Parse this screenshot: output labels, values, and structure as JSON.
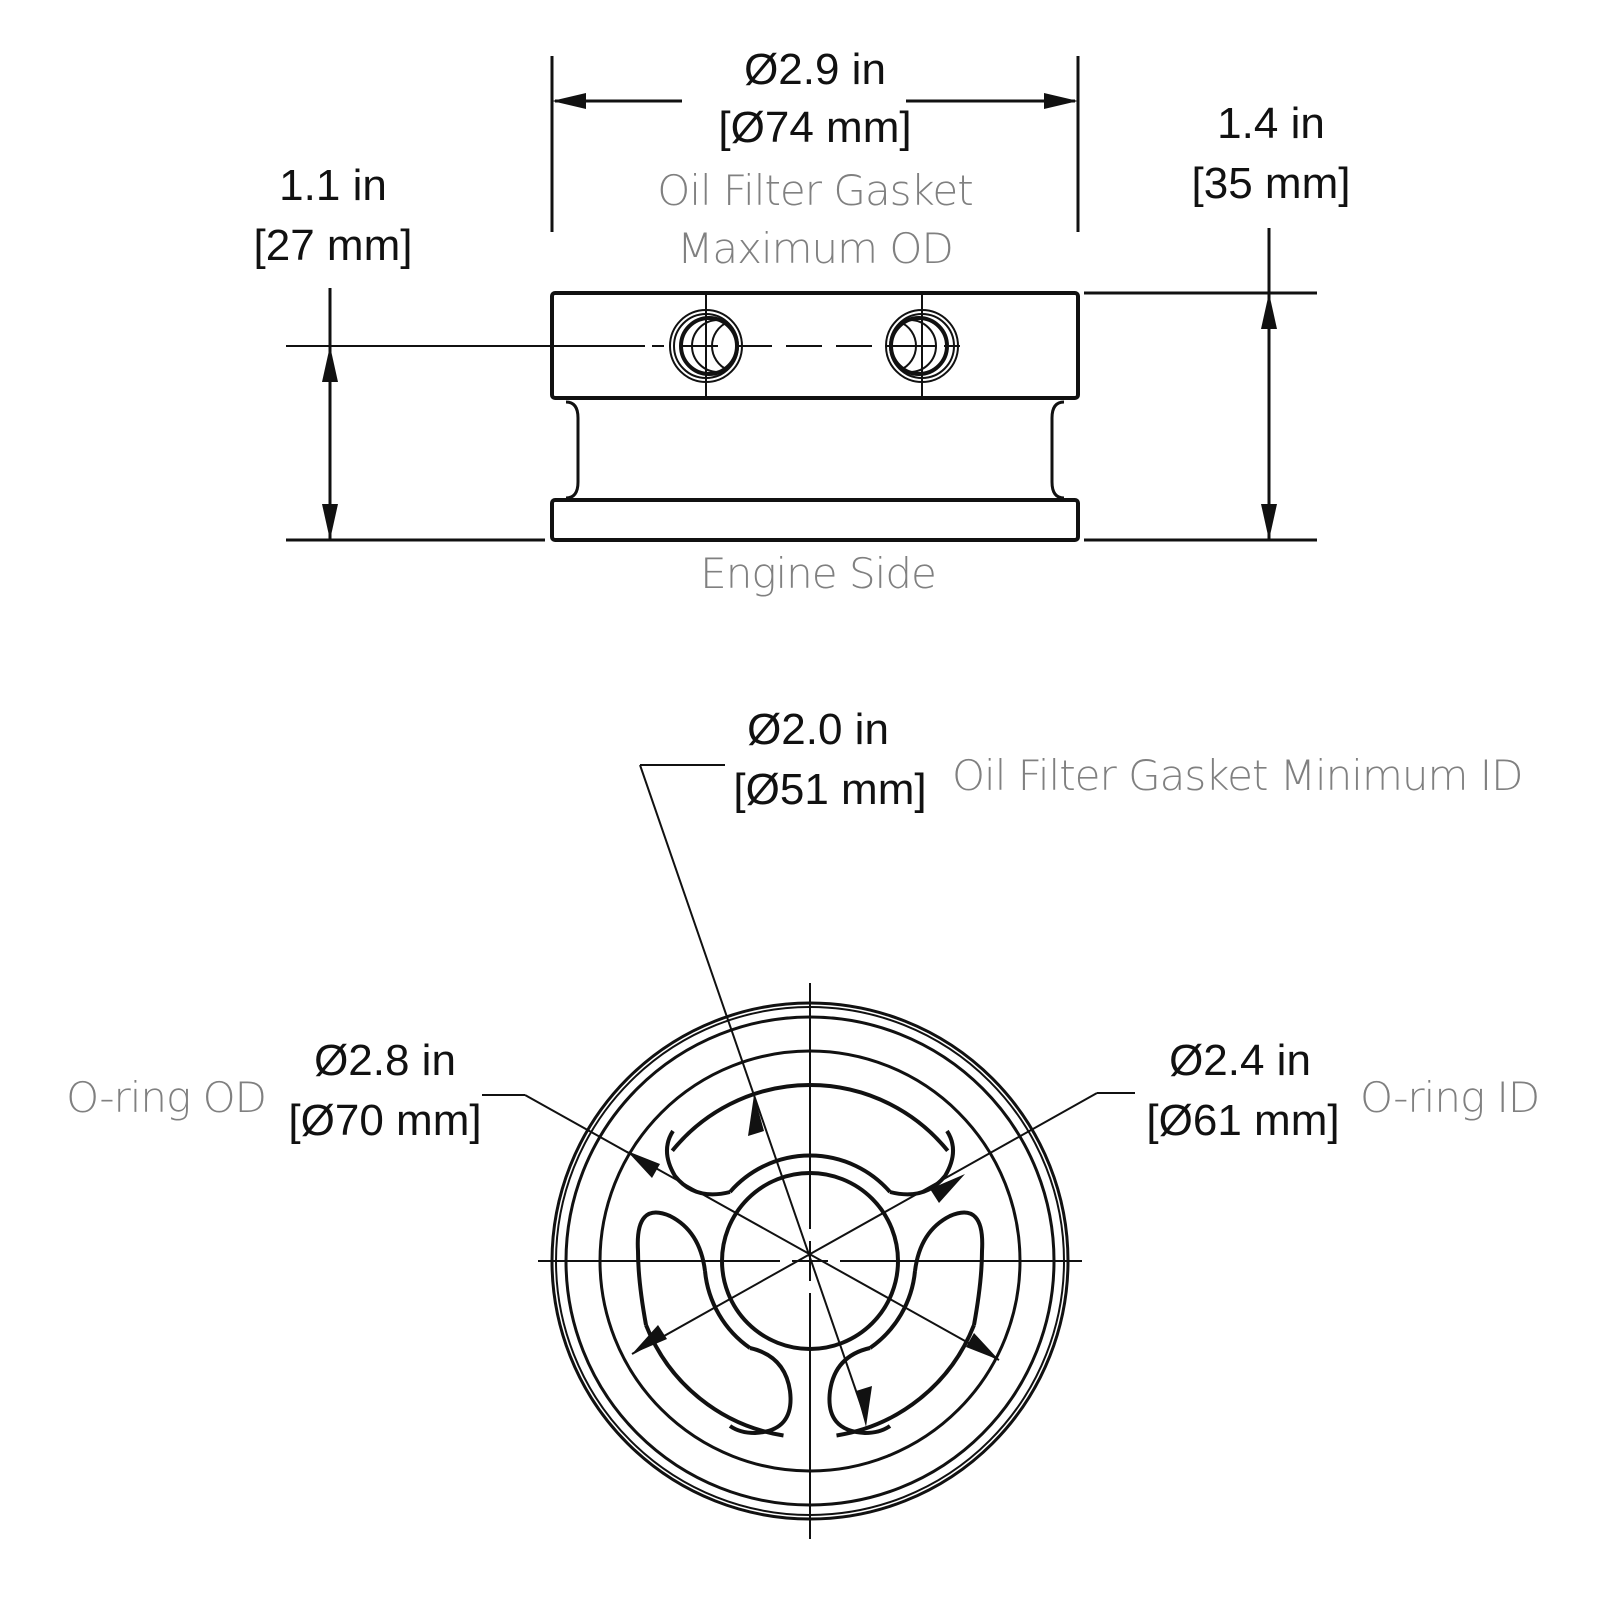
{
  "drawing": {
    "title": "Oil filter adapter dimensional drawing",
    "side_view": {
      "width_dim": {
        "line1": "Ø2.9 in",
        "line2": "[Ø74 mm]"
      },
      "width_note": {
        "line1": "Oil Filter Gasket",
        "line2": "Maximum OD"
      },
      "port_height_dim": {
        "line1": "1.1 in",
        "line2": "[27 mm]"
      },
      "overall_height_dim": {
        "line1": "1.4 in",
        "line2": "[35 mm]"
      },
      "bottom_note": "Engine Side"
    },
    "end_view": {
      "gasket_id_dim": {
        "line1": "Ø2.0 in",
        "line2": "[Ø51 mm]"
      },
      "gasket_id_note": "Oil Filter Gasket Minimum ID",
      "oring_od_dim": {
        "line1": "Ø2.8 in",
        "line2": "[Ø70 mm]"
      },
      "oring_od_note": "O-ring OD",
      "oring_id_dim": {
        "line1": "Ø2.4 in",
        "line2": "[Ø61 mm]"
      },
      "oring_id_note": "O-ring ID"
    },
    "colors": {
      "line": "#111111",
      "note_text": "#808080",
      "background": "#ffffff"
    }
  }
}
